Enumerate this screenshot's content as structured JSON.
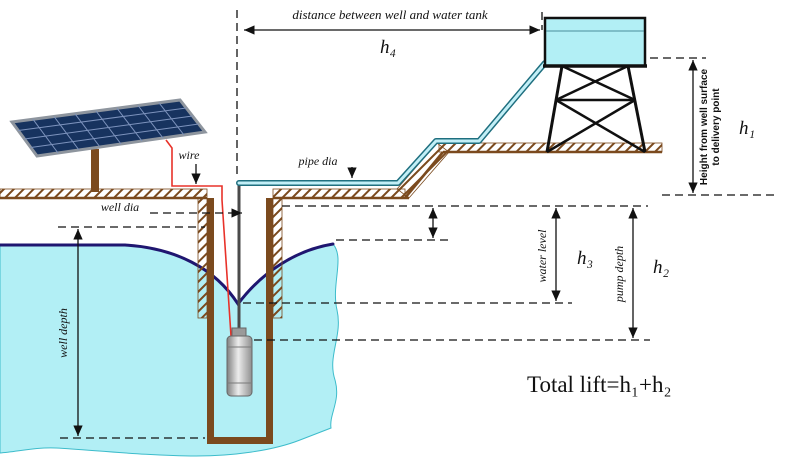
{
  "colors": {
    "water": "#b2eff5",
    "ground": "#7b4a1e",
    "panel": "#17335f",
    "panel_grid": "#7d93bd",
    "wire": "#e8322a",
    "pipe_outer": "#1f6f7f",
    "pipe_inner": "#c2eff7",
    "curve": "#1f1670",
    "ink": "#111111"
  },
  "labels": {
    "distance": "distance between well and water tank",
    "h4": "h₄",
    "h1": "h₁",
    "h2": "h₂",
    "h3": "h₃",
    "height_line1": "Height from well surface",
    "height_line2": "to delivery point",
    "wire": "wire",
    "pipe_dia": "pipe dia",
    "well_dia": "well dia",
    "well_depth": "well depth",
    "water_level": "water level",
    "pump_depth": "pump depth",
    "total_lift": "Total lift=h₁+h₂"
  }
}
